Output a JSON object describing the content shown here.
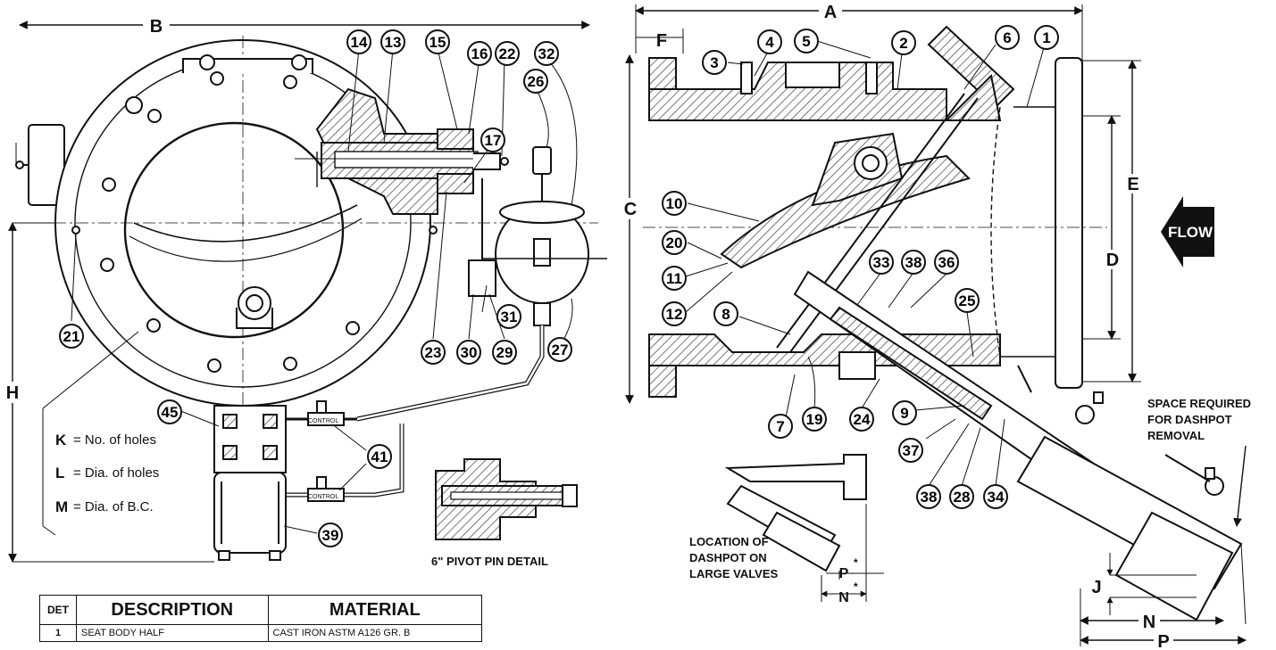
{
  "dimensions": {
    "A": "A",
    "B": "B",
    "C": "C",
    "D": "D",
    "E": "E",
    "F": "F",
    "H": "H",
    "J": "J",
    "N": "N",
    "P": "P",
    "N_star": "N",
    "P_star": "P"
  },
  "legend": {
    "k_letter": "K",
    "k_text": "= No. of holes",
    "l_letter": "L",
    "l_text": "= Dia. of holes",
    "m_letter": "M",
    "m_text": "= Dia. of B.C."
  },
  "notes": {
    "flow": "FLOW",
    "control_1": "CONTROL",
    "control_2": "CONTROL",
    "pivot_detail": "6\" PIVOT PIN DETAIL",
    "large_valves_1": "LOCATION OF",
    "large_valves_2": "DASHPOT ON",
    "large_valves_3": "LARGE VALVES",
    "space_1": "SPACE REQUIRED",
    "space_2": "FOR DASHPOT",
    "space_3": "REMOVAL"
  },
  "callouts": [
    {
      "n": "14"
    },
    {
      "n": "13"
    },
    {
      "n": "15"
    },
    {
      "n": "16"
    },
    {
      "n": "22"
    },
    {
      "n": "32"
    },
    {
      "n": "26"
    },
    {
      "n": "17"
    },
    {
      "n": "21"
    },
    {
      "n": "23"
    },
    {
      "n": "30"
    },
    {
      "n": "29"
    },
    {
      "n": "31"
    },
    {
      "n": "27"
    },
    {
      "n": "45"
    },
    {
      "n": "41"
    },
    {
      "n": "39"
    },
    {
      "n": "3"
    },
    {
      "n": "4"
    },
    {
      "n": "5"
    },
    {
      "n": "2"
    },
    {
      "n": "6"
    },
    {
      "n": "1"
    },
    {
      "n": "10"
    },
    {
      "n": "20"
    },
    {
      "n": "11"
    },
    {
      "n": "12"
    },
    {
      "n": "8"
    },
    {
      "n": "33"
    },
    {
      "n": "38"
    },
    {
      "n": "36"
    },
    {
      "n": "25"
    },
    {
      "n": "7"
    },
    {
      "n": "19"
    },
    {
      "n": "24"
    },
    {
      "n": "9"
    },
    {
      "n": "37"
    },
    {
      "n": "38"
    },
    {
      "n": "28"
    },
    {
      "n": "34"
    }
  ],
  "table": {
    "headers": {
      "det": "DET",
      "description": "DESCRIPTION",
      "material": "MATERIAL"
    },
    "rows": [
      {
        "det": "1",
        "description": "SEAT BODY HALF",
        "material": "CAST IRON ASTM A126 GR. B"
      }
    ]
  },
  "colors": {
    "ink": "#111111",
    "hatch": "#555555",
    "paper": "#ffffff"
  }
}
